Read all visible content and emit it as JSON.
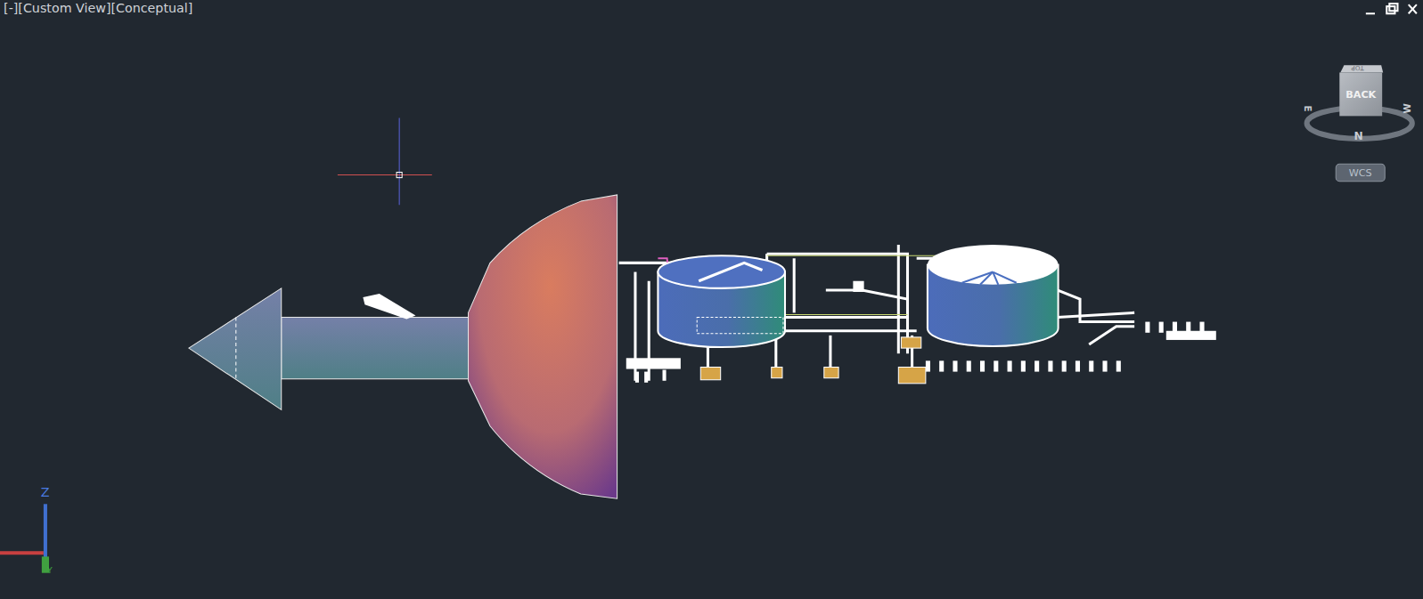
{
  "diagram": {
    "nodes": [
      {
        "text": [
          "BACK"
        ]
      },
      {
        "text": [
          "WCS"
        ]
      }
    ],
    "labels": [
      "[-][Custom View][Conceptual]",
      "TOP",
      "N",
      "E",
      "W",
      "Z",
      "Y"
    ]
  }
}
